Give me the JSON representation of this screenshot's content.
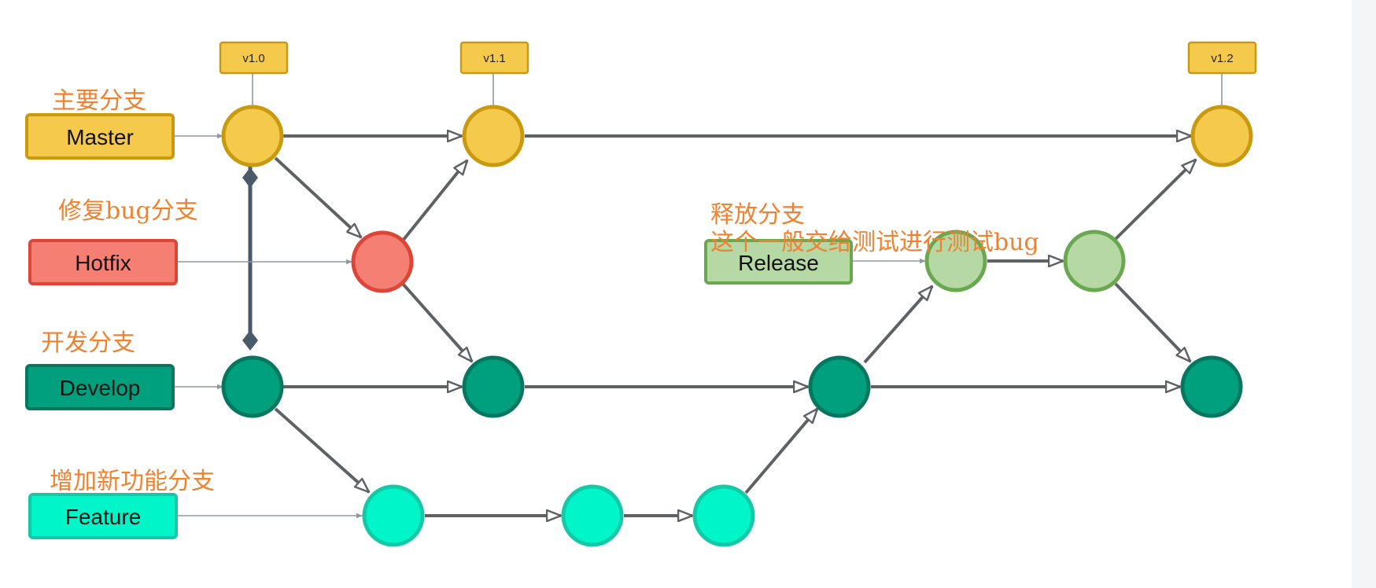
{
  "colors": {
    "master": "#f5c94b",
    "master_stroke": "#c99a10",
    "hotfix": "#f67f73",
    "hotfix_stroke": "#dd4637",
    "release": "#b6d8a5",
    "release_stroke": "#6aa84f",
    "develop": "#00a07e",
    "develop_stroke": "#06775f",
    "feature": "#00f5c9",
    "feature_stroke": "#14c9a7",
    "note": "#f0812e"
  },
  "branches": {
    "master": "Master",
    "hotfix": "Hotfix",
    "release": "Release",
    "develop": "Develop",
    "feature": "Feature"
  },
  "tags": [
    "v1.0",
    "v1.1",
    "v1.2"
  ],
  "notes": {
    "master": "主要分支",
    "hotfix": "修复bug分支",
    "release_line1": "释放分支",
    "release_line2": "这个一般交给测试进行测试bug",
    "develop": "开发分支",
    "feature": "增加新功能分支"
  }
}
